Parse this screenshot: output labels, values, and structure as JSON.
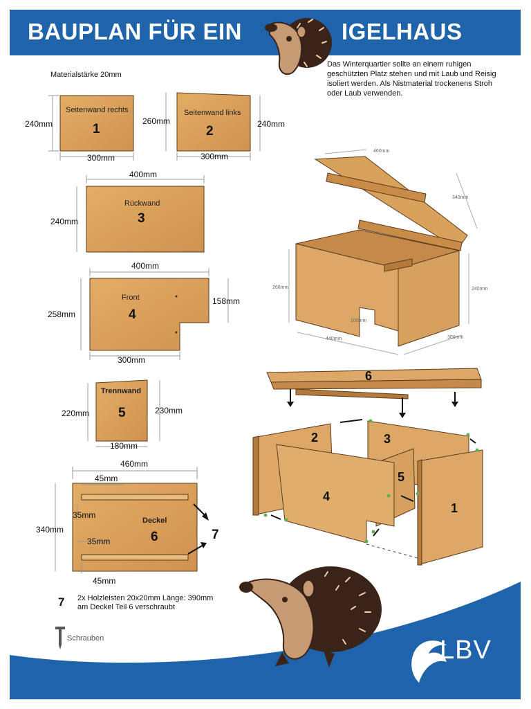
{
  "header": {
    "title_left": "BAUPLAN FÜR EIN",
    "title_right": "IGELHAUS",
    "color": "#1f63aa"
  },
  "intro_text": "Das Winterquartier sollte an einem ruhigen geschützten Platz stehen und mit Laub und Reisig isoliert werden. Als Nistmaterial trockenens Stroh oder Laub verwenden.",
  "material_thickness": "Materialstärke 20mm",
  "parts": {
    "p1": {
      "name": "Seitenwand rechts",
      "number": "1",
      "left_dim": "240mm",
      "bottom_dim": "300mm"
    },
    "p2": {
      "name": "Seitenwand links",
      "number": "2",
      "left_dim": "260mm",
      "right_dim": "240mm",
      "bottom_dim": "300mm"
    },
    "p3": {
      "name": "Rückwand",
      "number": "3",
      "top_dim": "400mm",
      "left_dim": "240mm"
    },
    "p4": {
      "name": "Front",
      "number": "4",
      "top_dim": "400mm",
      "left_dim": "258mm",
      "right_dim": "158mm",
      "bottom_dim": "300mm"
    },
    "p5": {
      "name": "Trennwand",
      "number": "5",
      "left_dim": "220mm",
      "right_dim": "230mm",
      "bottom_dim": "180mm"
    },
    "p6": {
      "name": "Deckel",
      "number": "6",
      "top_dim": "460mm",
      "left_dim": "340mm",
      "dim_45_top": "45mm",
      "dim_35_top": "35mm",
      "dim_35_bottom": "35mm",
      "dim_45_bottom": "45mm"
    }
  },
  "part7": {
    "number": "7",
    "line1": "2x Holzleisten 20x20mm Länge: 390mm",
    "line2": "am Deckel Teil 6 verschraubt"
  },
  "legend": {
    "screws": "Schrauben"
  },
  "box3d_dims": {
    "lid_width": "460mm",
    "lid_depth": "340mm",
    "left_height": "260mm",
    "right_height": "240mm",
    "opening": "100mm",
    "front_width": "440mm",
    "side_depth": "300mm"
  },
  "assembly_numbers": [
    "6",
    "2",
    "3",
    "5",
    "4",
    "1"
  ],
  "logo": {
    "text": "LBV"
  },
  "colors": {
    "wood": "#d9a25c",
    "wood_dark": "#b9803c",
    "blue": "#1f63aa"
  }
}
